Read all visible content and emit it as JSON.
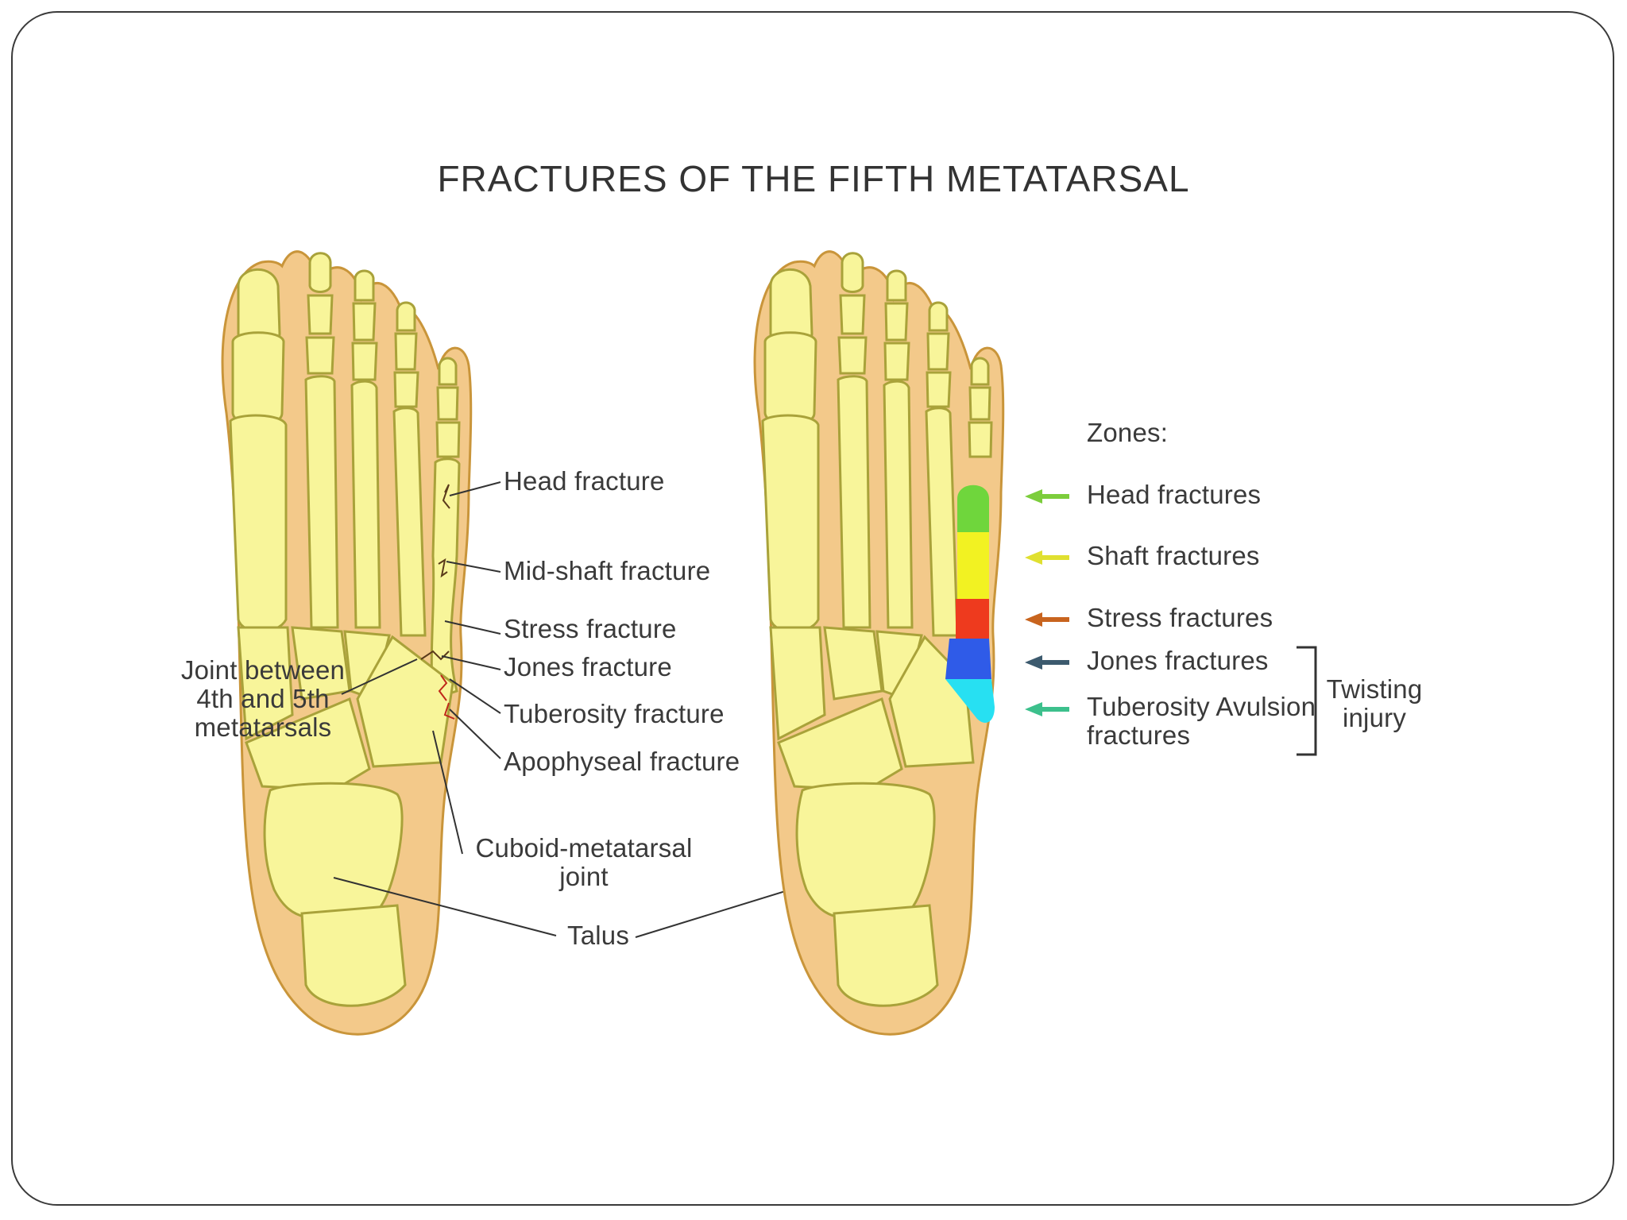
{
  "title": "FRACTURES OF THE FIFTH METATARSAL",
  "left_labels": {
    "head": "Head fracture",
    "midshaft": "Mid-shaft fracture",
    "stress": "Stress fracture",
    "jones": "Jones fracture",
    "tuberosity": "Tuberosity fracture",
    "apophyseal": "Apophyseal fracture",
    "joint_line1": "Joint between",
    "joint_line2": "4th and 5th",
    "joint_line3": "metatarsals",
    "cuboid_line1": "Cuboid-metatarsal",
    "cuboid_line2": "joint",
    "talus": "Talus"
  },
  "zones": {
    "heading": "Zones:",
    "items": [
      {
        "label": "Head fractures",
        "color": "#7ccd3c"
      },
      {
        "label": "Shaft fractures",
        "color": "#e0e030"
      },
      {
        "label": "Stress fractures",
        "color": "#c8641e"
      },
      {
        "label": "Jones fractures",
        "color": "#3c5a6e"
      },
      {
        "label_line1": "Tuberosity Avulsion",
        "label_line2": "fractures",
        "color": "#3cc08c"
      }
    ],
    "bracket_line1": "Twisting",
    "bracket_line2": "injury"
  },
  "colors": {
    "skin": "#f3c98a",
    "bone": "#f8f59a",
    "bone_outline": "#a9a23a",
    "zone_head": "#6fd63c",
    "zone_shaft": "#f2f222",
    "zone_stress": "#ee3a1e",
    "zone_jones": "#2f5be8",
    "zone_tuberosity": "#27e0f2"
  }
}
